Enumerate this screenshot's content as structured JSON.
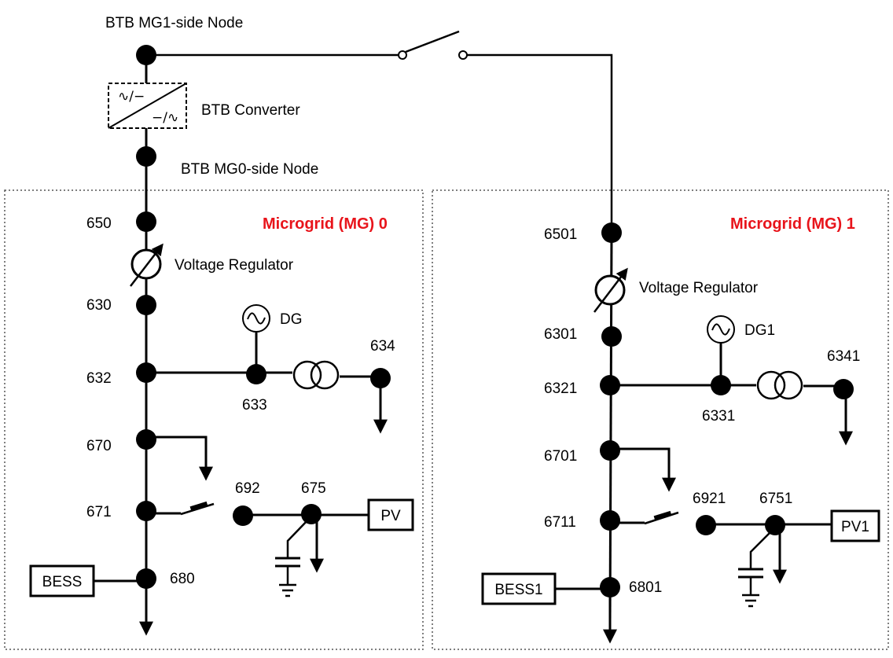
{
  "colors": {
    "line": "#000000",
    "mg_title": "#e8141b",
    "region_border": "#555555"
  },
  "labels": {
    "btb_mg1_node": "BTB MG1-side Node",
    "btb_converter": "BTB Converter",
    "btb_mg0_node": "BTB MG0-side Node",
    "converter_ac_dc": "∿/−",
    "converter_dc_ac": "−/∿"
  },
  "mg0": {
    "title": "Microgrid (MG) 0",
    "regulator": "Voltage Regulator",
    "generator": "DG",
    "pv": "PV",
    "bess": "BESS",
    "nodes": {
      "n650": "650",
      "n630": "630",
      "n632": "632",
      "n633": "633",
      "n634": "634",
      "n670": "670",
      "n671": "671",
      "n692": "692",
      "n675": "675",
      "n680": "680"
    }
  },
  "mg1": {
    "title": "Microgrid (MG) 1",
    "regulator": "Voltage Regulator",
    "generator": "DG1",
    "pv": "PV1",
    "bess": "BESS1",
    "nodes": {
      "n6501": "6501",
      "n6301": "6301",
      "n6321": "6321",
      "n6331": "6331",
      "n6341": "6341",
      "n6701": "6701",
      "n6711": "6711",
      "n6921": "6921",
      "n6751": "6751",
      "n6801": "6801"
    }
  }
}
